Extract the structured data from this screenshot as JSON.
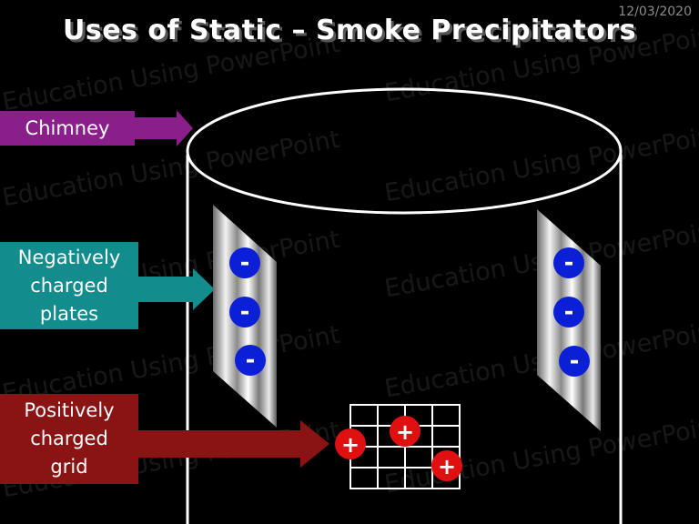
{
  "date": "12/03/2020",
  "title": "Uses of Static – Smoke Precipitators",
  "labels": {
    "chimney": "Chimney",
    "negative": [
      "Negatively",
      "charged",
      "plates"
    ],
    "positive": [
      "Positively",
      "charged",
      "grid"
    ]
  },
  "charges": {
    "negative": "-",
    "positive": "+"
  },
  "watermark": "Education Using PowerPoint",
  "colors": {
    "chimney_label": "#8a1e8a",
    "negative_label": "#128c8c",
    "positive_label": "#8a1414",
    "negative_charge": "#0a1fd6",
    "positive_charge": "#e01010"
  }
}
